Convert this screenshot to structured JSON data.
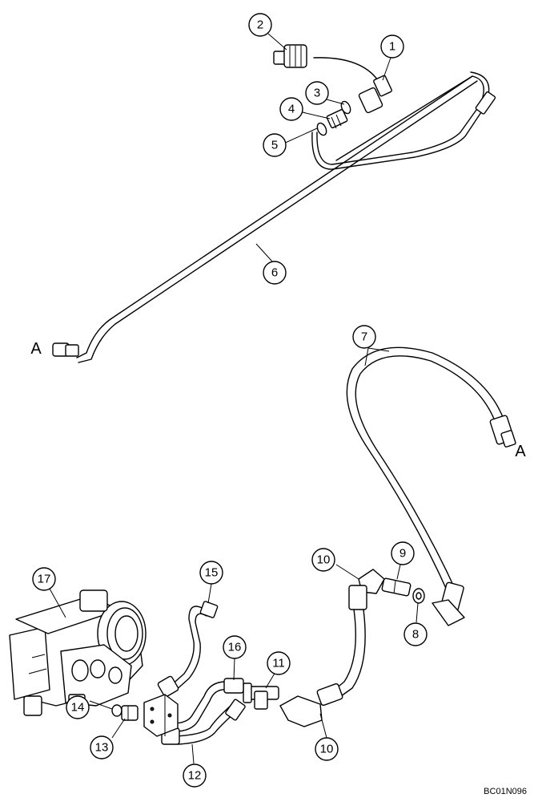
{
  "diagram": {
    "callouts": [
      "1",
      "2",
      "3",
      "4",
      "5",
      "6",
      "7",
      "8",
      "9",
      "10",
      "10",
      "11",
      "12",
      "13",
      "14",
      "15",
      "16",
      "17"
    ],
    "connection_labels": [
      "A",
      "A"
    ],
    "reference_code": "BC01N096"
  }
}
